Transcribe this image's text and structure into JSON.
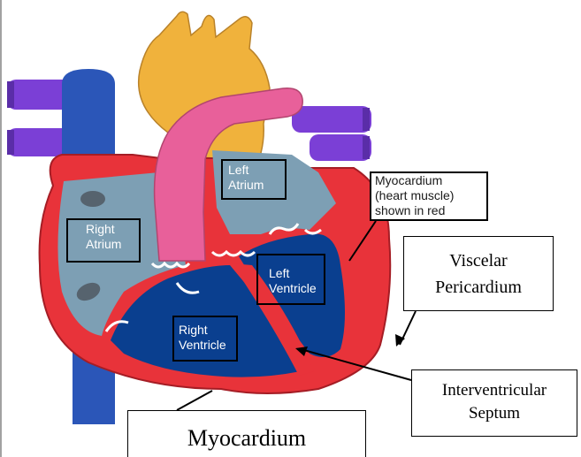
{
  "labels": {
    "right_atrium": [
      "Right",
      "Atrium"
    ],
    "left_atrium": [
      "Left",
      "Atrium"
    ],
    "left_ventricle": [
      "Left",
      "Ventricle"
    ],
    "right_ventricle": [
      "Right",
      "Ventricle"
    ],
    "myocardium_note": [
      "Myocardium",
      "(heart muscle)",
      "shown in red"
    ],
    "visceral_pericardium": [
      "Viscelar",
      "Pericardium"
    ],
    "interventricular_septum": [
      "Interventricular",
      "Septum"
    ],
    "myocardium": "Myocardium"
  },
  "colors": {
    "muscle": "#e8333a",
    "muscle_dark": "#b8202a",
    "atrium_fill": "#7d9fb4",
    "ventricle_fill": "#0a3f8f",
    "aorta": "#f0b23c",
    "pulmonary": "#e8609a",
    "vena_cava": "#2b56b8",
    "vessels_purple": "#7b3fd6"
  }
}
